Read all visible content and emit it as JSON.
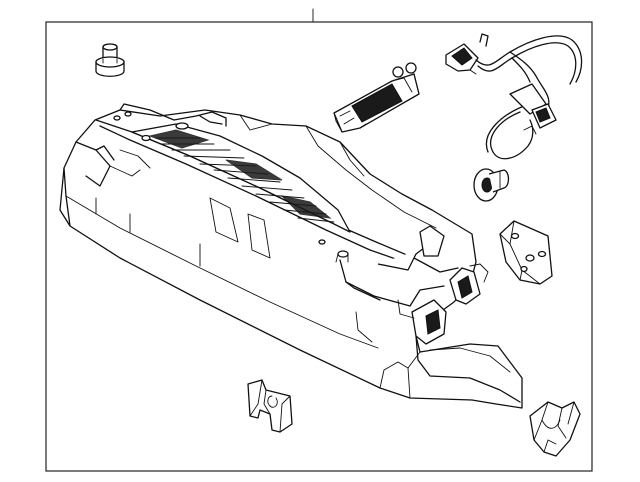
{
  "diagram": {
    "kind": "exploded-parts-diagram",
    "colors": {
      "line": "#111111",
      "background": "#ffffff",
      "frame": "#222222"
    },
    "parts": [
      {
        "name": "glove-box-assembly"
      },
      {
        "name": "push-pin-clip"
      },
      {
        "name": "latch-switch"
      },
      {
        "name": "wire-harness"
      },
      {
        "name": "bumper-stop"
      },
      {
        "name": "hinge-bracket"
      },
      {
        "name": "retainer-clip-left"
      },
      {
        "name": "retainer-clip-right"
      }
    ]
  }
}
